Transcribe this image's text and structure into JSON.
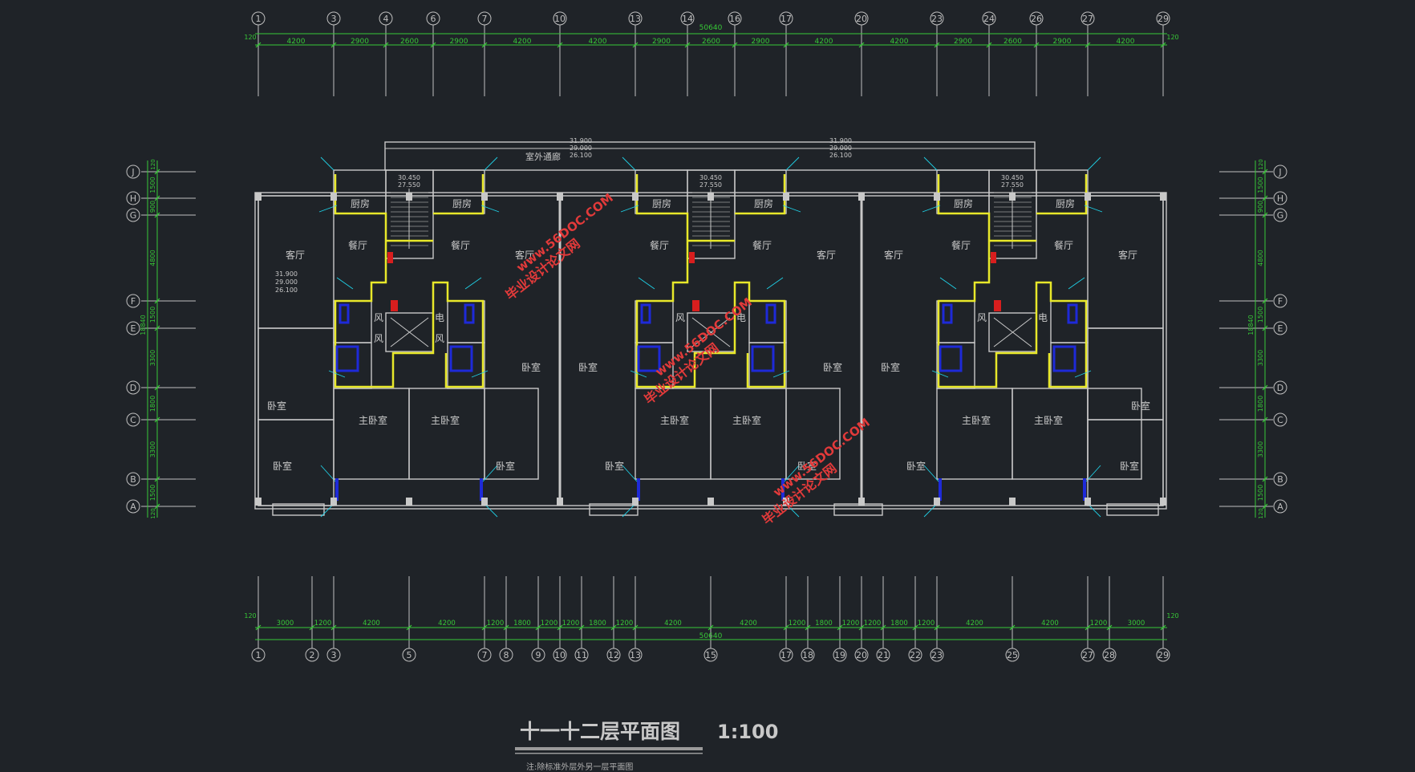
{
  "drawing": {
    "title": "十一十二层平面图",
    "scale": "1:100",
    "note": "注:除标准外层外另一层平面图",
    "colors": {
      "background": "#1f2328",
      "dimension": "#37c837",
      "wall": "#c8c8c8",
      "wall_dark": "#9a9a9a",
      "axis": "#bfbfbf",
      "yellow": "#e8e82a",
      "blue": "#1e2ad8",
      "cyan": "#1fd0e6",
      "red": "#d81e1e",
      "watermark": "#e23a3a",
      "title": "#c8c8c8"
    }
  },
  "top_axes": [
    "1",
    "3",
    "4",
    "6",
    "7",
    "10",
    "13",
    "14",
    "16",
    "17",
    "20",
    "23",
    "24",
    "26",
    "27",
    "29"
  ],
  "top_dims": [
    "4200",
    "2900",
    "2600",
    "2900",
    "4200",
    "4200",
    "2900",
    "2600",
    "2900",
    "4200",
    "4200",
    "2900",
    "2600",
    "2900",
    "4200"
  ],
  "top_total": "50640",
  "end_dim": "120",
  "bottom_axes": [
    "1",
    "2",
    "3",
    "5",
    "7",
    "8",
    "9",
    "10",
    "11",
    "12",
    "13",
    "15",
    "17",
    "18",
    "19",
    "20",
    "21",
    "22",
    "23",
    "25",
    "27",
    "28",
    "29"
  ],
  "bottom_dims": [
    "3000",
    "1200",
    "4200",
    "4200",
    "1200",
    "1800",
    "1200",
    "1200",
    "1800",
    "1200",
    "4200",
    "4200",
    "1200",
    "1800",
    "1200",
    "1200",
    "1800",
    "1200",
    "4200",
    "4200",
    "1200",
    "3000"
  ],
  "bottom_total": "50640",
  "side_axes": [
    "J",
    "H",
    "G",
    "F",
    "E",
    "D",
    "C",
    "B",
    "A"
  ],
  "side_dims": [
    "1500",
    "900",
    "4800",
    "1500",
    "3300",
    "1800",
    "3300",
    "1500"
  ],
  "side_total": "18840",
  "side_end": "120",
  "corridor": {
    "label": "室外通廊",
    "elev1": [
      "31.900",
      "29.000",
      "26.100"
    ],
    "elev2": [
      "31.900",
      "29.000",
      "26.100"
    ]
  },
  "stair_elev": [
    "30.450",
    "27.550"
  ],
  "room_elev": [
    "31.900",
    "29.000",
    "26.100"
  ],
  "rooms": {
    "living": "客厅",
    "dining": "餐厅",
    "kitchen": "厨房",
    "bedroom": "卧室",
    "master": "主卧室",
    "wind": "风",
    "elec": "电"
  },
  "watermark": {
    "line1": "毕业设计论文网",
    "line2": "www.56DOC.COM"
  }
}
